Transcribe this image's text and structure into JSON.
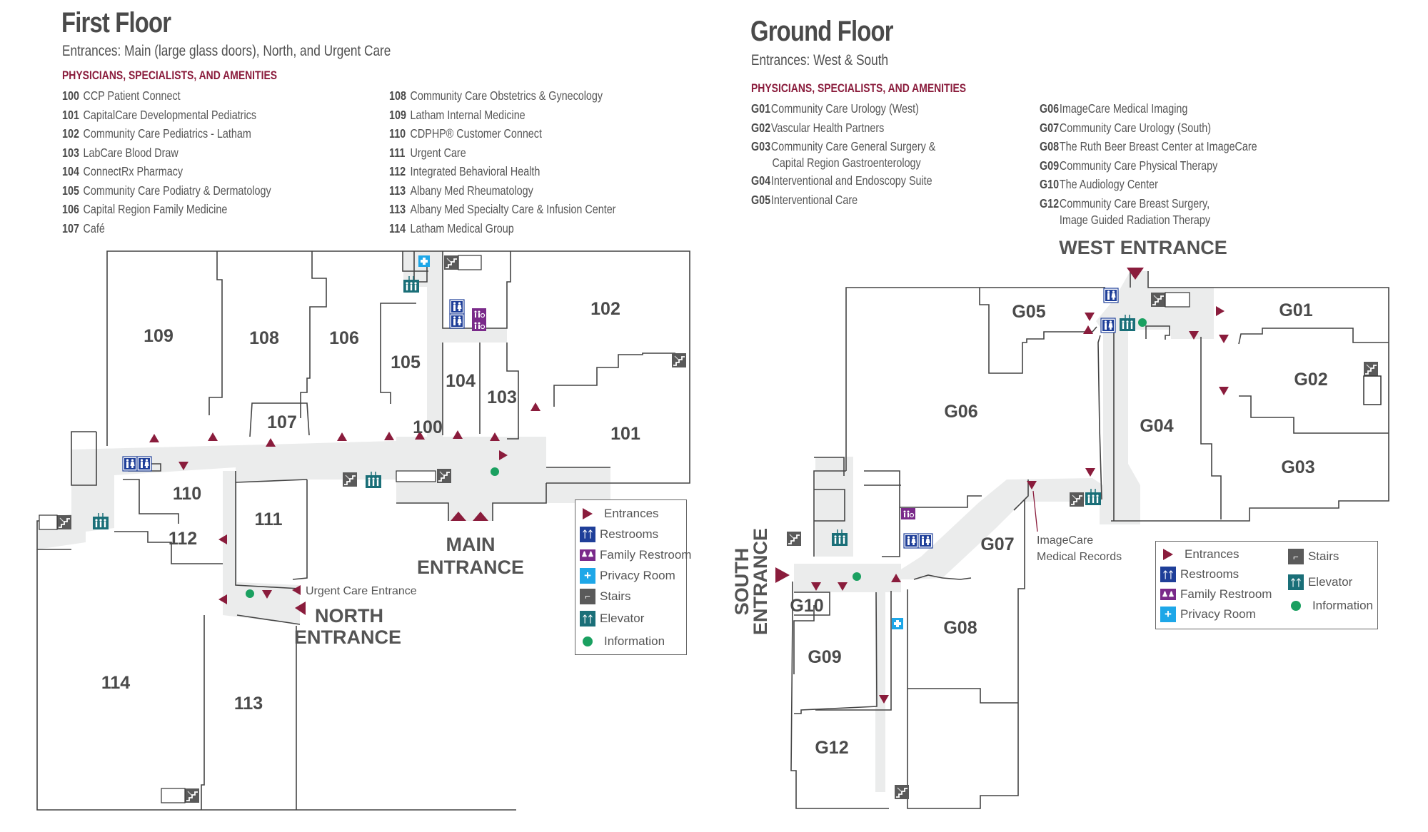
{
  "first_floor": {
    "title": "First Floor",
    "entrances_text": "Entrances: Main (large glass doors), North, and Urgent Care",
    "section_heading": "PHYSICIANS, SPECIALISTS, AND AMENITIES",
    "directory_left": [
      {
        "num": "100",
        "name": "CCP Patient Connect"
      },
      {
        "num": "101",
        "name": "CapitalCare Developmental Pediatrics"
      },
      {
        "num": "102",
        "name": "Community Care Pediatrics - Latham"
      },
      {
        "num": "103",
        "name": "LabCare Blood Draw"
      },
      {
        "num": "104",
        "name": "ConnectRx Pharmacy"
      },
      {
        "num": "105",
        "name": "Community Care Podiatry & Dermatology"
      },
      {
        "num": "106",
        "name": "Capital Region Family Medicine"
      },
      {
        "num": "107",
        "name": "Café"
      }
    ],
    "directory_right": [
      {
        "num": "108",
        "name": "Community Care Obstetrics & Gynecology"
      },
      {
        "num": "109",
        "name": "Latham Internal Medicine"
      },
      {
        "num": "110",
        "name": "CDPHP® Customer Connect"
      },
      {
        "num": "111",
        "name": "Urgent Care"
      },
      {
        "num": "112",
        "name": "Integrated Behavioral Health"
      },
      {
        "num": "113",
        "name": "Albany Med Rheumatology"
      },
      {
        "num": "113",
        "name": "Albany Med Specialty Care & Infusion Center"
      },
      {
        "num": "114",
        "name": "Latham Medical Group"
      }
    ],
    "map": {
      "rooms": [
        "109",
        "108",
        "106",
        "105",
        "104",
        "103",
        "102",
        "101",
        "100",
        "107",
        "110",
        "111",
        "112",
        "114",
        "113"
      ],
      "main_entrance": [
        "MAIN",
        "ENTRANCE"
      ],
      "north_entrance": [
        "NORTH",
        "ENTRANCE"
      ],
      "urgent_care_entrance": "Urgent Care Entrance"
    },
    "legend": [
      "Entrances",
      "Restrooms",
      "Family Restroom",
      "Privacy Room",
      "Stairs",
      "Elevator",
      "Information"
    ]
  },
  "ground_floor": {
    "title": "Ground Floor",
    "entrances_text": "Entrances: West & South",
    "section_heading": "PHYSICIANS, SPECIALISTS, AND AMENITIES",
    "directory_left": [
      {
        "num": "G01",
        "name": "Community Care Urology (West)"
      },
      {
        "num": "G02",
        "name": "Vascular Health Partners"
      },
      {
        "num": "G03",
        "name": "Community Care General Surgery &",
        "cont": "Capital Region Gastroenterology"
      },
      {
        "num": "G04",
        "name": "Interventional and Endoscopy Suite"
      },
      {
        "num": "G05",
        "name": "Interventional Care"
      }
    ],
    "directory_right": [
      {
        "num": "G06",
        "name": "ImageCare Medical Imaging"
      },
      {
        "num": "G07",
        "name": "Community Care Urology (South)"
      },
      {
        "num": "G08",
        "name": "The Ruth Beer Breast Center at ImageCare"
      },
      {
        "num": "G09",
        "name": "Community Care Physical Therapy"
      },
      {
        "num": "G10",
        "name": "The Audiology Center"
      },
      {
        "num": "G12",
        "name": "Community Care Breast Surgery,",
        "cont": "Image Guided Radiation Therapy"
      }
    ],
    "map": {
      "rooms": [
        "G05",
        "G06",
        "G01",
        "G02",
        "G04",
        "G03",
        "G07",
        "G10",
        "G08",
        "G09",
        "G12"
      ],
      "west_entrance": "WEST ENTRANCE",
      "south_entrance": [
        "SOUTH",
        "ENTRANCE"
      ],
      "medical_records": [
        "ImageCare",
        "Medical Records"
      ]
    },
    "legend_left": [
      "Entrances",
      "Restrooms",
      "Family Restroom",
      "Privacy Room"
    ],
    "legend_right": [
      "Stairs",
      "Elevator",
      "Information"
    ]
  },
  "colors": {
    "entrance": "#8a1c3c",
    "restroom": "#1f3f99",
    "family_restroom": "#7a2a8a",
    "privacy_room": "#1ea7e8",
    "stairs": "#555555",
    "elevator": "#1a6f78",
    "information": "#1aa060",
    "corridor": "#ebecec",
    "heading_accent": "#8a1c3c"
  }
}
